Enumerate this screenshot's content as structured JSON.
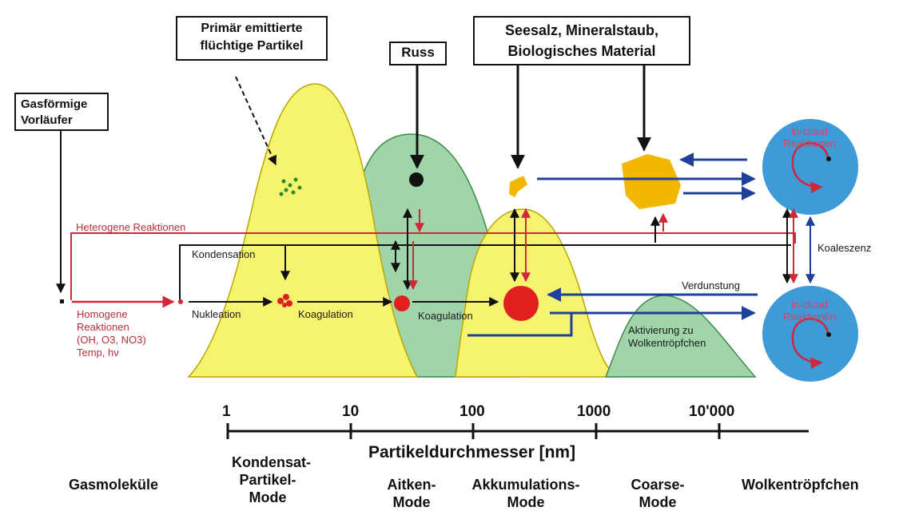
{
  "source_boxes": {
    "gas": [
      "Gasförmige",
      "Vorläufer"
    ],
    "primary": [
      "Primär emittierte",
      "flüchtige Partikel"
    ],
    "soot": "Russ",
    "seasalt": [
      "Seesalz, Mineralstaub,",
      "Biologisches Material"
    ]
  },
  "process_labels": {
    "heterogeneous": "Heterogene Reaktionen",
    "homogeneous": [
      "Homogene",
      "Reaktionen",
      "(OH, O3, NO3)",
      "Temp, hν"
    ],
    "condensation": "Kondensation",
    "nucleation": "Nukleation",
    "coagulation_1": "Koagulation",
    "coagulation_2": "Koagulation",
    "evaporation": "Verdunstung",
    "activation": [
      "Aktivierung zu",
      "Wolkentröpfchen"
    ],
    "coalescence": "Koaleszenz",
    "incloud_top": [
      "in-cloud",
      "Reaktionen"
    ],
    "incloud_bottom": [
      "in-cloud",
      "Reaktionen"
    ]
  },
  "axis": {
    "title": "Partikeldurchmesser [nm]",
    "ticks": [
      "1",
      "10",
      "100",
      "1000",
      "10'000"
    ]
  },
  "modes": {
    "gas": "Gasmoleküle",
    "condensate": [
      "Kondensat-",
      "Partikel-",
      "Mode"
    ],
    "aitken": [
      "Aitken-",
      "Mode"
    ],
    "accumulation": [
      "Akkumulations-",
      "Mode"
    ],
    "coarse": [
      "Coarse-",
      "Mode"
    ],
    "droplets": "Wolkentröpfchen"
  },
  "colors": {
    "yellow_mode": "#f6f36e",
    "green_mode": "#9fd5a8",
    "cloud_blue": "#3f9ad8",
    "arrow_blue": "#1e3f9a",
    "arrow_red": "#d0283a",
    "particle_red": "#e0201f",
    "mineral_gold": "#f2b800"
  }
}
